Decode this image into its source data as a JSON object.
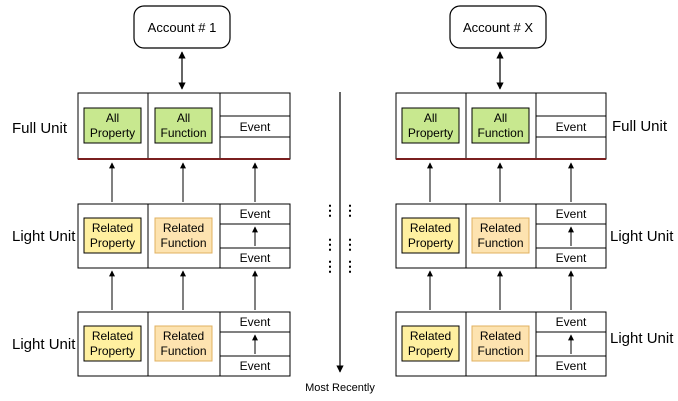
{
  "colors": {
    "all_box_fill": "#c8e88f",
    "related_property_fill": "#fff0a0",
    "related_function_fill": "#fde3b0",
    "unit_bottom_line": "#7a1f1f",
    "stroke": "#000000"
  },
  "account_left": "Account # 1",
  "account_right": "Account # X",
  "left_labels": {
    "full": "Full Unit",
    "light1": "Light Unit",
    "light2": "Light Unit"
  },
  "right_labels": {
    "full": "Full Unit",
    "light1": "Light Unit",
    "light2": "Light Unit"
  },
  "full_unit": {
    "all_property": [
      "All",
      "Property"
    ],
    "all_function": [
      "All",
      "Function"
    ],
    "event": "Event"
  },
  "light_unit": {
    "related_property": [
      "Related",
      "Property"
    ],
    "related_function": [
      "Related",
      "Function"
    ],
    "event_top": "Event",
    "event_bottom": "Event"
  },
  "timeline_label": "Most Recently",
  "ellipsis": "⋮"
}
